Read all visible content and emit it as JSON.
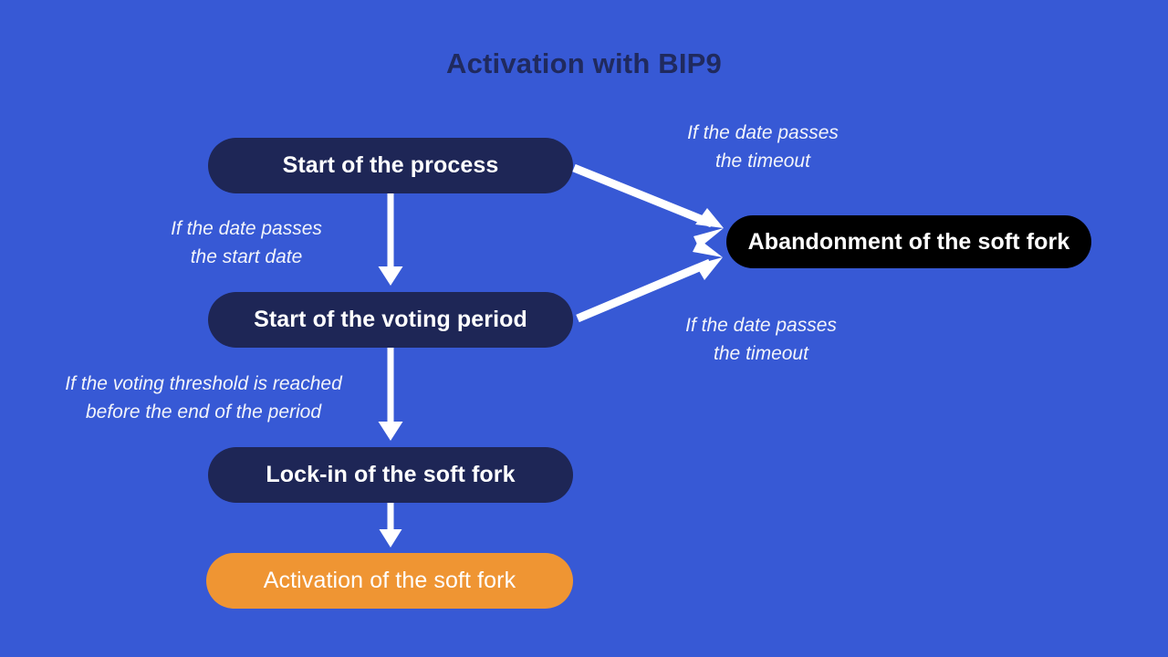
{
  "diagram": {
    "title": "Activation with BIP9",
    "background_color": "#3759D5",
    "title_color": "#202A5E",
    "type": "flowchart",
    "nodes": [
      {
        "id": "start",
        "label": "Start of the process",
        "shape": "pill",
        "fill": "#1E2656",
        "text_color": "#FFFFFF"
      },
      {
        "id": "voting",
        "label": "Start of the voting period",
        "shape": "pill",
        "fill": "#1E2656",
        "text_color": "#FFFFFF"
      },
      {
        "id": "lockin",
        "label": "Lock-in of the soft fork",
        "shape": "pill",
        "fill": "#1E2656",
        "text_color": "#FFFFFF"
      },
      {
        "id": "activation",
        "label": "Activation of the soft fork",
        "shape": "pill",
        "fill": "#EF9533",
        "text_color": "#FFFFFF"
      },
      {
        "id": "abandon",
        "label": "Abandonment of the soft fork",
        "shape": "pill",
        "fill": "#000000",
        "text_color": "#FFFFFF"
      }
    ],
    "edges": [
      {
        "id": "start-to-abandon",
        "from": "start",
        "to": "abandon",
        "label": "If the date passes\nthe timeout"
      },
      {
        "id": "start-to-voting",
        "from": "start",
        "to": "voting",
        "label": "If the date passes\nthe start date"
      },
      {
        "id": "voting-to-abandon",
        "from": "voting",
        "to": "abandon",
        "label": "If the date passes\nthe timeout"
      },
      {
        "id": "voting-to-lockin",
        "from": "voting",
        "to": "lockin",
        "label": "If the voting threshold is reached\nbefore the end of the period"
      },
      {
        "id": "lockin-to-activation",
        "from": "lockin",
        "to": "activation",
        "label": ""
      }
    ],
    "edge_color": "#FFFFFF",
    "edge_label_color": "#F2F4FA"
  }
}
